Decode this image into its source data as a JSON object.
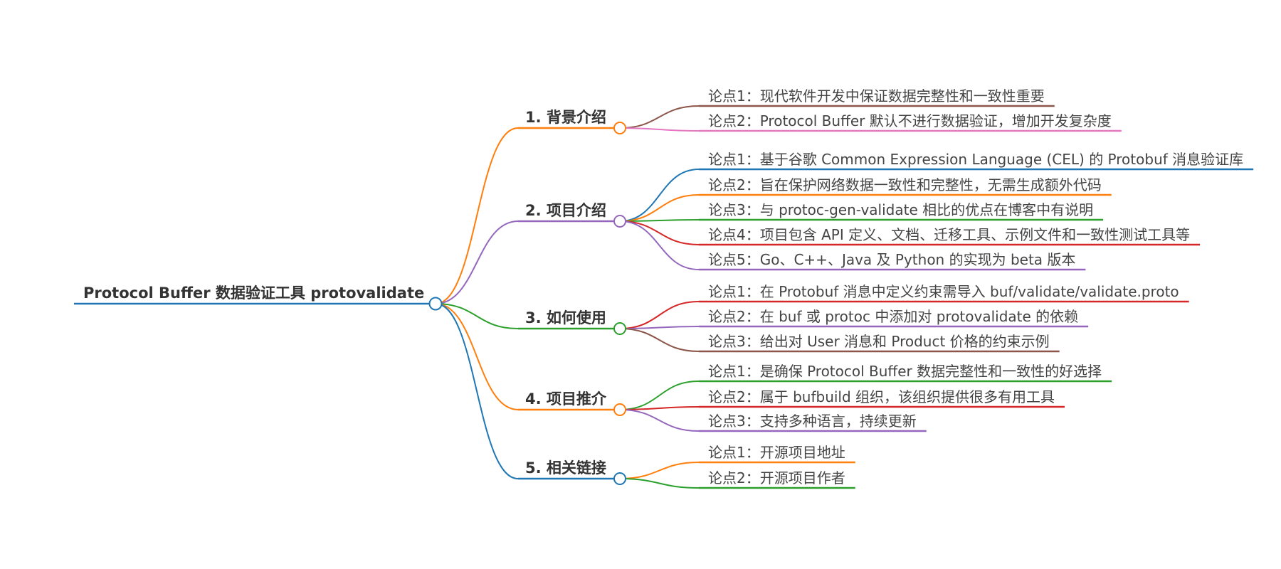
{
  "root": {
    "label": "Protocol Buffer 数据验证工具 protovalidate",
    "color": "#1f77b4"
  },
  "branches": [
    {
      "label": "1. 背景介绍",
      "color": "#ff7f0e",
      "children": [
        {
          "label": "论点1：现代软件开发中保证数据完整性和一致性重要",
          "color": "#8c564b"
        },
        {
          "label": "论点2：Protocol Buffer 默认不进行数据验证，增加开发复杂度",
          "color": "#e377c2"
        }
      ]
    },
    {
      "label": "2. 项目介绍",
      "color": "#9467bd",
      "children": [
        {
          "label": "论点1：基于谷歌 Common Expression Language (CEL) 的 Protobuf 消息验证库",
          "color": "#1f77b4"
        },
        {
          "label": "论点2：旨在保护网络数据一致性和完整性，无需生成额外代码",
          "color": "#ff7f0e"
        },
        {
          "label": "论点3：与 protoc-gen-validate 相比的优点在博客中有说明",
          "color": "#2ca02c"
        },
        {
          "label": "论点4：项目包含 API 定义、文档、迁移工具、示例文件和一致性测试工具等",
          "color": "#d62728"
        },
        {
          "label": "论点5：Go、C++、Java 及 Python 的实现为 beta 版本",
          "color": "#9467bd"
        }
      ]
    },
    {
      "label": "3. 如何使用",
      "color": "#2ca02c",
      "children": [
        {
          "label": "论点1：在 Protobuf 消息中定义约束需导入 buf/validate/validate.proto",
          "color": "#d62728"
        },
        {
          "label": "论点2：在 buf 或 protoc 中添加对 protovalidate 的依赖",
          "color": "#9467bd"
        },
        {
          "label": "论点3：给出对 User 消息和 Product 价格的约束示例",
          "color": "#8c564b"
        }
      ]
    },
    {
      "label": "4. 项目推介",
      "color": "#ff7f0e",
      "children": [
        {
          "label": "论点1：是确保 Protocol Buffer 数据完整性和一致性的好选择",
          "color": "#2ca02c"
        },
        {
          "label": "论点2：属于 bufbuild 组织，该组织提供很多有用工具",
          "color": "#d62728"
        },
        {
          "label": "论点3：支持多种语言，持续更新",
          "color": "#9467bd"
        }
      ]
    },
    {
      "label": "5. 相关链接",
      "color": "#1f77b4",
      "children": [
        {
          "label": "论点1：开源项目地址",
          "color": "#ff7f0e"
        },
        {
          "label": "论点2：开源项目作者",
          "color": "#2ca02c"
        }
      ]
    }
  ]
}
